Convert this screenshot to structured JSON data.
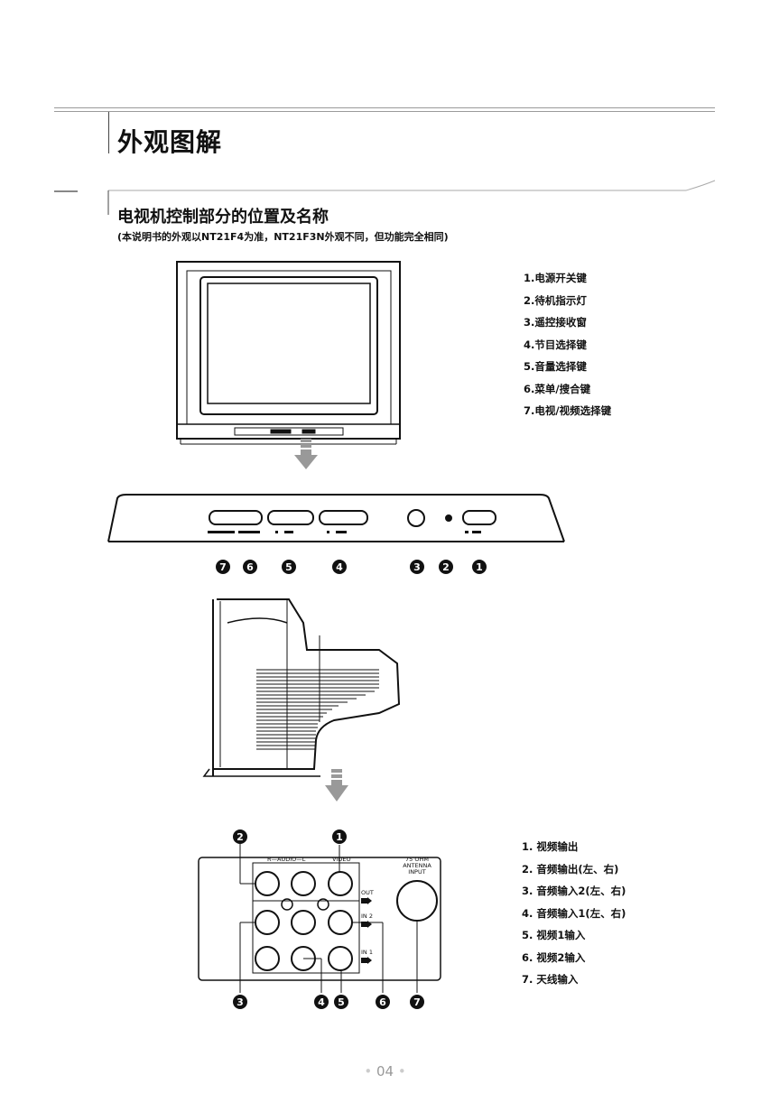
{
  "page": {
    "title": "外观图解",
    "subtitle": "电视机控制部分的位置及名称",
    "note": "(本说明书的外观以NT21F4为准，NT21F3N外观不同，但功能完全相同)",
    "page_number": "04"
  },
  "front_legend": [
    "1.电源开关键",
    "2.待机指示灯",
    "3.遥控接收窗",
    "4.节目选择键",
    "5.音量选择键",
    "6.菜单/搜合键",
    "7.电视/视频选择键"
  ],
  "rear_legend": [
    "1. 视频输出",
    "2. 音频输出(左、右)",
    "3. 音频输入2(左、右)",
    "4. 音频输入1(左、右)",
    "5. 视频1输入",
    "6. 视频2输入",
    "7. 天线输入"
  ],
  "panel_labels": {
    "audio": "R—AUDIO—L",
    "video": "VIDEO",
    "out": "OUT",
    "in2": "IN 2",
    "in1": "IN 1",
    "antenna_l1": "75 OHM",
    "antenna_l2": "ANTENNA",
    "antenna_l3": "INPUT"
  },
  "badges": {
    "front": [
      "7",
      "6",
      "5",
      "4",
      "3",
      "2",
      "1"
    ],
    "rear_top": [
      "2",
      "1"
    ],
    "rear_bottom": [
      "3",
      "4",
      "5",
      "6",
      "7"
    ]
  }
}
